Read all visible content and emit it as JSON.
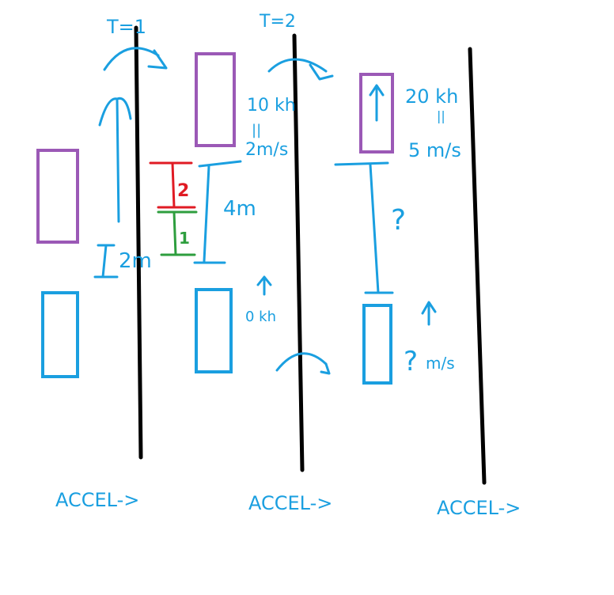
{
  "colors": {
    "blue": "#1a9fe0",
    "purple": "#9b59b6",
    "red": "#e01b24",
    "green": "#2e9e3e",
    "black": "#000000"
  },
  "frame1": {
    "time_label": "T=1",
    "distance_label": "2m",
    "accel_label": "ACCEL->"
  },
  "frame2": {
    "time_label": "T=2",
    "upper_mass": "10 kh",
    "upper_equals": "||",
    "upper_velocity": "2m/s",
    "distance_label": "4m",
    "red_segment": "2",
    "green_segment": "1",
    "lower_mass": "0 kh",
    "accel_label": "ACCEL->"
  },
  "frame3": {
    "upper_mass": "20 kh",
    "upper_equals": "||",
    "upper_velocity": "5 m/s",
    "distance_unknown": "?",
    "lower_velocity_unknown": "?",
    "lower_velocity_unit": "m/s",
    "accel_label": "ACCEL->"
  }
}
